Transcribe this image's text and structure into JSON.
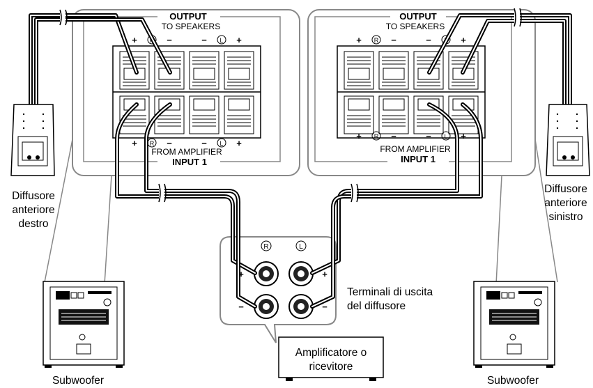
{
  "panel": {
    "output_label": "OUTPUT",
    "to_speakers_label": "TO SPEAKERS",
    "from_amplifier_label": "FROM AMPLIFIER",
    "input_label": "INPUT 1",
    "plus": "+",
    "minus": "−",
    "r_mark": "R",
    "l_mark": "L"
  },
  "labels": {
    "front_right_speaker": [
      "Diffusore",
      "anteriore",
      "destro"
    ],
    "front_left_speaker": [
      "Diffusore",
      "anteriore",
      "sinistro"
    ],
    "subwoofer_left": "Subwoofer",
    "subwoofer_right": "Subwoofer",
    "speaker_terminals": [
      "Terminali di uscita",
      "del diffusore"
    ],
    "amplifier": [
      "Amplificatore o",
      "ricevitore"
    ]
  },
  "colors": {
    "line": "#000000",
    "panel_outline": "#888888",
    "box_fill": "#ffffff"
  },
  "icons": [
    "speaker-icon",
    "subwoofer-icon",
    "binding-post-icon",
    "cable-break-icon"
  ]
}
